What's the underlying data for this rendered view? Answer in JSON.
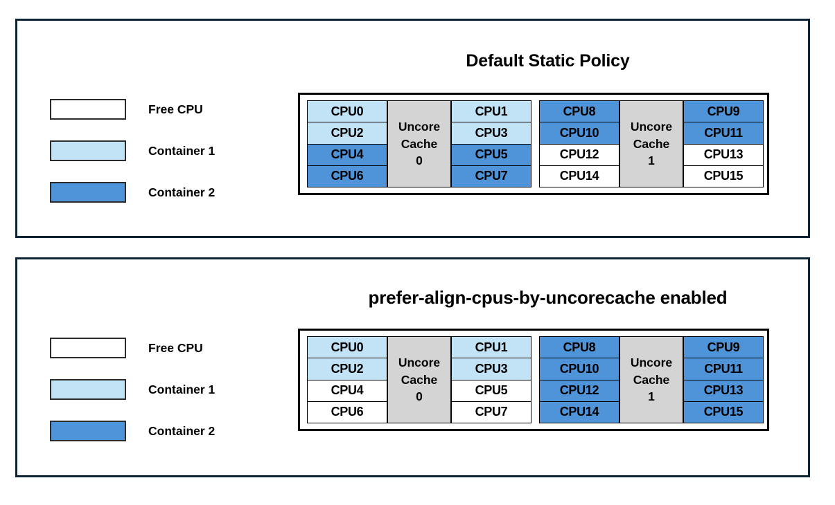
{
  "colors": {
    "free_cpu": "#ffffff",
    "container_1": "#c2e3f5",
    "container_2": "#4f93d8",
    "cache_block": "#d4d4d4",
    "panel_border": "#0c2333",
    "cell_border": "#000000"
  },
  "panels": [
    {
      "id": "default-static-policy",
      "title": "Default Static Policy",
      "legend": [
        {
          "label": "Free CPU",
          "fill": "#ffffff"
        },
        {
          "label": "Container 1",
          "fill": "#c2e3f5"
        },
        {
          "label": "Container 2",
          "fill": "#4f93d8"
        }
      ],
      "cache_groups": [
        {
          "cache_label_line1": "Uncore",
          "cache_label_line2": "Cache",
          "cache_label_line3": "0",
          "left_column": [
            {
              "label": "CPU0",
              "fill": "#c2e3f5",
              "owner": "Container 1"
            },
            {
              "label": "CPU2",
              "fill": "#c2e3f5",
              "owner": "Container 1"
            },
            {
              "label": "CPU4",
              "fill": "#4f93d8",
              "owner": "Container 2"
            },
            {
              "label": "CPU6",
              "fill": "#4f93d8",
              "owner": "Container 2"
            }
          ],
          "right_column": [
            {
              "label": "CPU1",
              "fill": "#c2e3f5",
              "owner": "Container 1"
            },
            {
              "label": "CPU3",
              "fill": "#c2e3f5",
              "owner": "Container 1"
            },
            {
              "label": "CPU5",
              "fill": "#4f93d8",
              "owner": "Container 2"
            },
            {
              "label": "CPU7",
              "fill": "#4f93d8",
              "owner": "Container 2"
            }
          ]
        },
        {
          "cache_label_line1": "Uncore",
          "cache_label_line2": "Cache",
          "cache_label_line3": "1",
          "left_column": [
            {
              "label": "CPU8",
              "fill": "#4f93d8",
              "owner": "Container 2"
            },
            {
              "label": "CPU10",
              "fill": "#4f93d8",
              "owner": "Container 2"
            },
            {
              "label": "CPU12",
              "fill": "#ffffff",
              "owner": "Free CPU"
            },
            {
              "label": "CPU14",
              "fill": "#ffffff",
              "owner": "Free CPU"
            }
          ],
          "right_column": [
            {
              "label": "CPU9",
              "fill": "#4f93d8",
              "owner": "Container 2"
            },
            {
              "label": "CPU11",
              "fill": "#4f93d8",
              "owner": "Container 2"
            },
            {
              "label": "CPU13",
              "fill": "#ffffff",
              "owner": "Free CPU"
            },
            {
              "label": "CPU15",
              "fill": "#ffffff",
              "owner": "Free CPU"
            }
          ]
        }
      ]
    },
    {
      "id": "prefer-align-cpus-by-uncorecache-enabled",
      "title": "prefer-align-cpus-by-uncorecache enabled",
      "legend": [
        {
          "label": "Free CPU",
          "fill": "#ffffff"
        },
        {
          "label": "Container 1",
          "fill": "#c2e3f5"
        },
        {
          "label": "Container 2",
          "fill": "#4f93d8"
        }
      ],
      "cache_groups": [
        {
          "cache_label_line1": "Uncore",
          "cache_label_line2": "Cache",
          "cache_label_line3": "0",
          "left_column": [
            {
              "label": "CPU0",
              "fill": "#c2e3f5",
              "owner": "Container 1"
            },
            {
              "label": "CPU2",
              "fill": "#c2e3f5",
              "owner": "Container 1"
            },
            {
              "label": "CPU4",
              "fill": "#ffffff",
              "owner": "Free CPU"
            },
            {
              "label": "CPU6",
              "fill": "#ffffff",
              "owner": "Free CPU"
            }
          ],
          "right_column": [
            {
              "label": "CPU1",
              "fill": "#c2e3f5",
              "owner": "Container 1"
            },
            {
              "label": "CPU3",
              "fill": "#c2e3f5",
              "owner": "Container 1"
            },
            {
              "label": "CPU5",
              "fill": "#ffffff",
              "owner": "Free CPU"
            },
            {
              "label": "CPU7",
              "fill": "#ffffff",
              "owner": "Free CPU"
            }
          ]
        },
        {
          "cache_label_line1": "Uncore",
          "cache_label_line2": "Cache",
          "cache_label_line3": "1",
          "left_column": [
            {
              "label": "CPU8",
              "fill": "#4f93d8",
              "owner": "Container 2"
            },
            {
              "label": "CPU10",
              "fill": "#4f93d8",
              "owner": "Container 2"
            },
            {
              "label": "CPU12",
              "fill": "#4f93d8",
              "owner": "Container 2"
            },
            {
              "label": "CPU14",
              "fill": "#4f93d8",
              "owner": "Container 2"
            }
          ],
          "right_column": [
            {
              "label": "CPU9",
              "fill": "#4f93d8",
              "owner": "Container 2"
            },
            {
              "label": "CPU11",
              "fill": "#4f93d8",
              "owner": "Container 2"
            },
            {
              "label": "CPU13",
              "fill": "#4f93d8",
              "owner": "Container 2"
            },
            {
              "label": "CPU15",
              "fill": "#4f93d8",
              "owner": "Container 2"
            }
          ]
        }
      ]
    }
  ]
}
